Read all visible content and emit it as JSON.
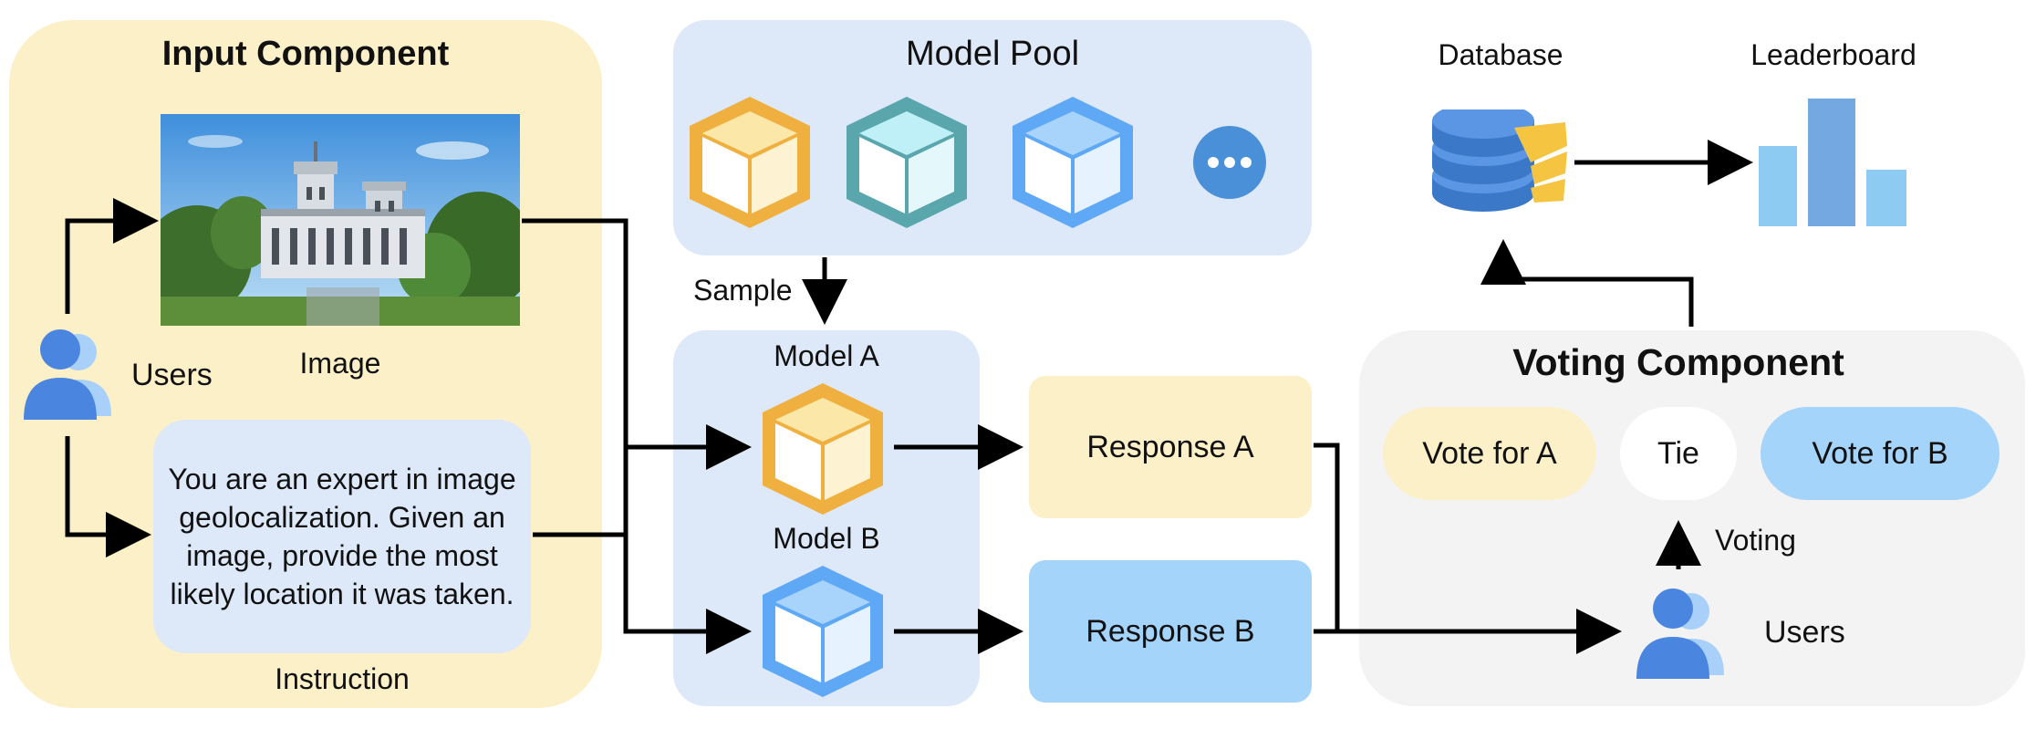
{
  "input_component": {
    "title": "Input Component",
    "users_label": "Users",
    "image_label": "Image",
    "instruction_text": "You are an expert in image geolocalization. Given an image, provide the most likely location it was taken.",
    "instruction_label": "Instruction"
  },
  "model_pool": {
    "title": "Model Pool",
    "sample_label": "Sample"
  },
  "models": {
    "model_a": "Model A",
    "model_b": "Model B"
  },
  "responses": {
    "a": "Response A",
    "b": "Response B"
  },
  "voting_component": {
    "title": "Voting Component",
    "vote_a": "Vote for A",
    "tie": "Tie",
    "vote_b": "Vote for B",
    "voting_label": "Voting",
    "users_label": "Users"
  },
  "outputs": {
    "database_label": "Database",
    "leaderboard_label": "Leaderboard"
  },
  "colors": {
    "input_bg": "#fcf0c8",
    "pool_bg": "#dde8f8",
    "voting_bg": "#f3f3f3",
    "orange": "#f0b040",
    "teal": "#5aa6ad",
    "blue": "#5ea8f5",
    "response_b": "#a5d4fb",
    "db_blue": "#4a86d8",
    "db_yellow": "#f5c542"
  },
  "icons": [
    "users-icon",
    "photo-image",
    "cube-icon",
    "ellipsis-icon",
    "database-icon",
    "bar-chart-icon"
  ]
}
